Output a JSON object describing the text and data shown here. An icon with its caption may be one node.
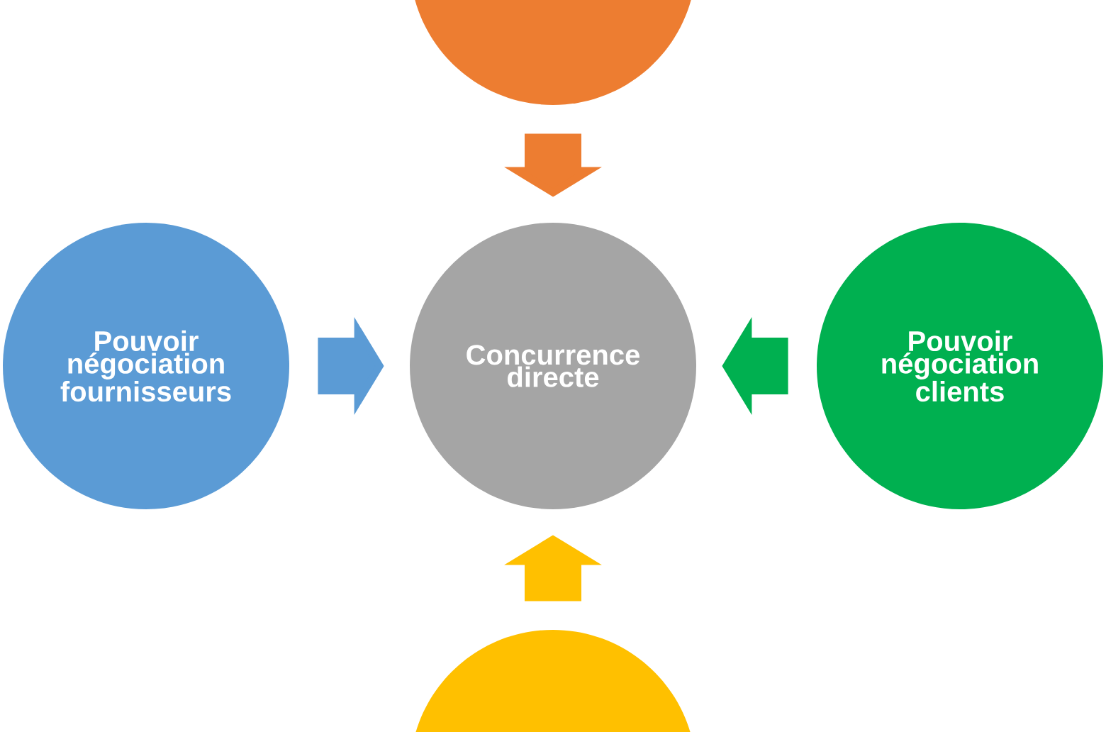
{
  "diagram": {
    "nodes": [
      {
        "text": [],
        "shape": "circle"
      },
      {
        "text": [
          "Pouvoir négociation fournisseurs"
        ]
      },
      {
        "text": [
          "Concurrence directe"
        ]
      },
      {
        "text": [
          "Pouvoir négociation clients"
        ]
      },
      {
        "text": [],
        "shape": "circle"
      }
    ],
    "edges": [
      {
        "from": 0,
        "to": 2,
        "arrow": "to",
        "color": "#ed7d31"
      },
      {
        "from": 1,
        "to": 2,
        "arrow": "to",
        "color": "#5b9bd5"
      },
      {
        "from": 3,
        "to": 2,
        "arrow": "to",
        "color": "#00b050"
      },
      {
        "from": 4,
        "to": 2,
        "arrow": "to",
        "color": "#ffc000"
      }
    ]
  }
}
